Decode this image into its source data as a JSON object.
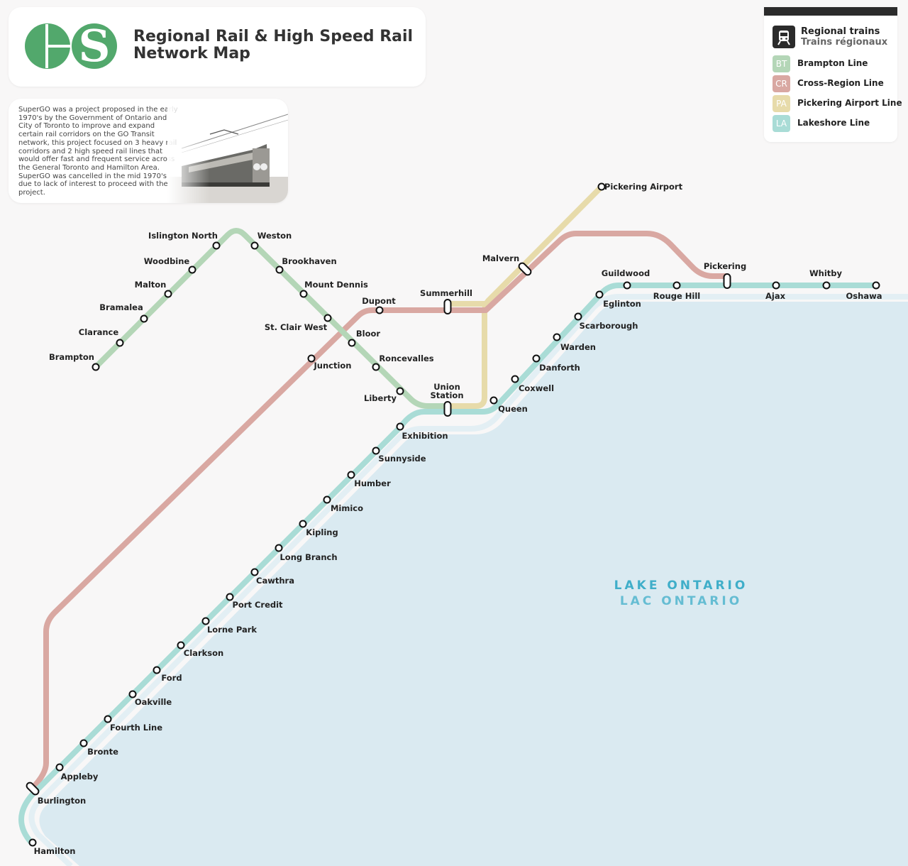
{
  "title": "Regional Rail & High Speed Rail\nNetwork Map",
  "description": "SuperGO was a project proposed in the early 1970's by the Government of Ontario and City of Toronto to improve and expand certain rail corridors on the GO Transit network, this project focused on 3 heavy rail corridors and 2 high speed rail lines that would offer fast and frequent service across the General Toronto and Hamilton Area. SuperGO was cancelled in the mid 1970's due to lack of interest to proceed with the project.",
  "legend": {
    "heading": "Regional trains",
    "heading_fr": "Trains régionaux",
    "lines": [
      {
        "code": "BT",
        "name": "Brampton Line",
        "color": "#b4d6b7"
      },
      {
        "code": "CR",
        "name": "Cross-Region Line",
        "color": "#d9a8a2"
      },
      {
        "code": "PA",
        "name": "Pickering Airport Line",
        "color": "#e7dbaa"
      },
      {
        "code": "LA",
        "name": "Lakeshore Line",
        "color": "#a9dcd6"
      }
    ]
  },
  "lake": {
    "name": "LAKE ONTARIO",
    "name_fr": "LAC ONTARIO",
    "water_color": "#daeaf1",
    "label_color": "#3faec9"
  },
  "brand_color": "#52a86c",
  "stations": [
    {
      "name": "Brampton"
    },
    {
      "name": "Clarance"
    },
    {
      "name": "Bramalea"
    },
    {
      "name": "Malton"
    },
    {
      "name": "Woodbine"
    },
    {
      "name": "Islington North"
    },
    {
      "name": "Weston"
    },
    {
      "name": "Brookhaven"
    },
    {
      "name": "Mount Dennis"
    },
    {
      "name": "St. Clair West"
    },
    {
      "name": "Bloor"
    },
    {
      "name": "Roncevalles"
    },
    {
      "name": "Liberty"
    },
    {
      "name": "Union\nStation"
    },
    {
      "name": "Dupont"
    },
    {
      "name": "Junction"
    },
    {
      "name": "Summerhill"
    },
    {
      "name": "Malvern"
    },
    {
      "name": "Pickering Airport"
    },
    {
      "name": "Pickering"
    },
    {
      "name": "Burlington"
    },
    {
      "name": "Hamilton"
    },
    {
      "name": "Appleby"
    },
    {
      "name": "Bronte"
    },
    {
      "name": "Fourth Line"
    },
    {
      "name": "Oakville"
    },
    {
      "name": "Ford"
    },
    {
      "name": "Clarkson"
    },
    {
      "name": "Lorne Park"
    },
    {
      "name": "Port Credit"
    },
    {
      "name": "Cawthra"
    },
    {
      "name": "Long Branch"
    },
    {
      "name": "Kipling"
    },
    {
      "name": "Mimico"
    },
    {
      "name": "Humber"
    },
    {
      "name": "Sunnyside"
    },
    {
      "name": "Exhibition"
    },
    {
      "name": "Queen"
    },
    {
      "name": "Coxwell"
    },
    {
      "name": "Danforth"
    },
    {
      "name": "Warden"
    },
    {
      "name": "Scarborough"
    },
    {
      "name": "Eglinton"
    },
    {
      "name": "Guildwood"
    },
    {
      "name": "Rouge Hill"
    },
    {
      "name": "Ajax"
    },
    {
      "name": "Whitby"
    },
    {
      "name": "Oshawa"
    }
  ]
}
